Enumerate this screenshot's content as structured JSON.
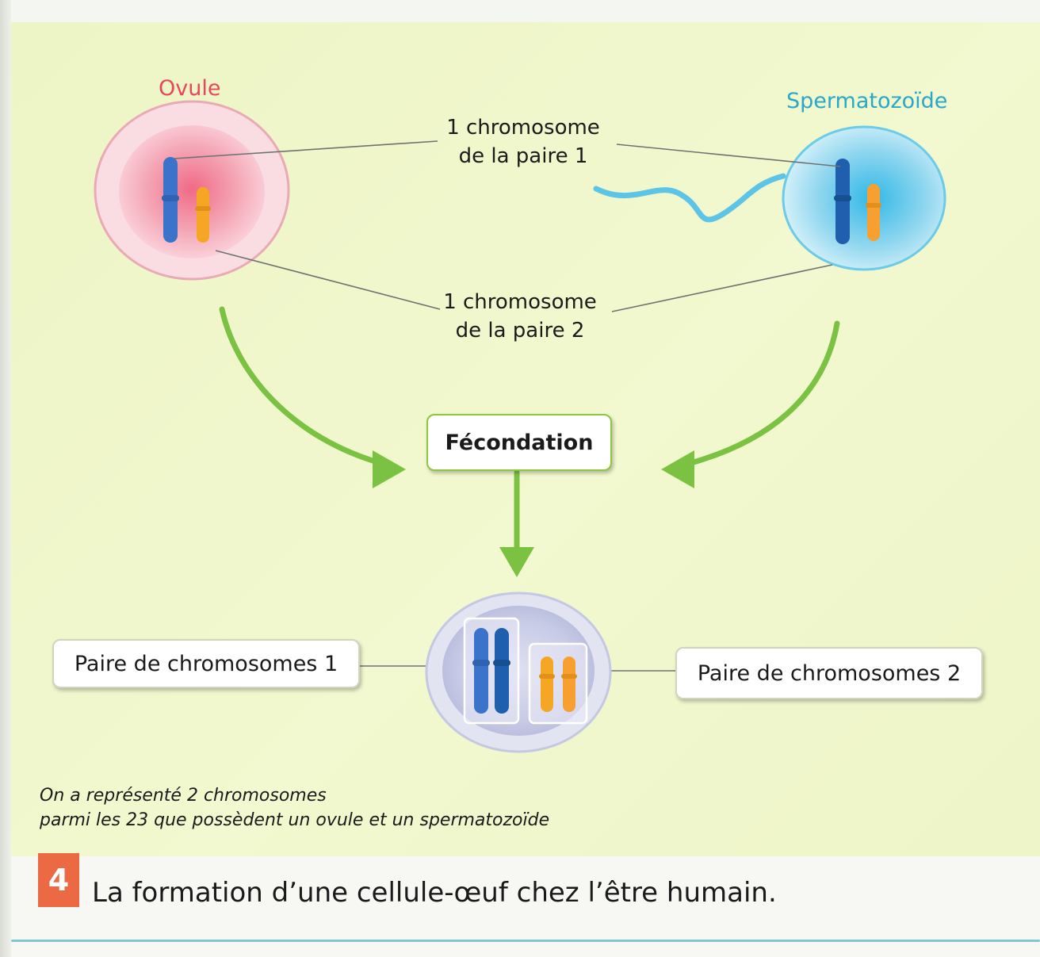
{
  "labels": {
    "ovule": "Ovule",
    "spermatozoide": "Spermatozoïde",
    "chrom_pair1_line1": "1 chromosome",
    "chrom_pair1_line2": "de la paire 1",
    "chrom_pair2_line1": "1 chromosome",
    "chrom_pair2_line2": "de la paire 2",
    "fecondation": "Fécondation",
    "pair1": "Paire de chromosomes 1",
    "pair2": "Paire de chromosomes 2"
  },
  "footnote": {
    "line1": "On a représenté 2 chromosomes",
    "line2": "parmi les 23 que possèdent un ovule et un spermatozoïde"
  },
  "figure": {
    "number": "4",
    "caption": "La formation d’une cellule-œuf chez l’être humain."
  },
  "colors": {
    "ovule_title": "#e8465d",
    "sperm_title": "#2aa7c9",
    "chromosome_pair1": "#3a73c9",
    "chromosome_pair2": "#f5a623",
    "arrow": "#7cc242",
    "figure_badge": "#ec6a43"
  },
  "icons": {
    "ovule": "ovule-cell-icon",
    "sperm": "spermatozoid-icon",
    "egg": "egg-cell-icon"
  }
}
